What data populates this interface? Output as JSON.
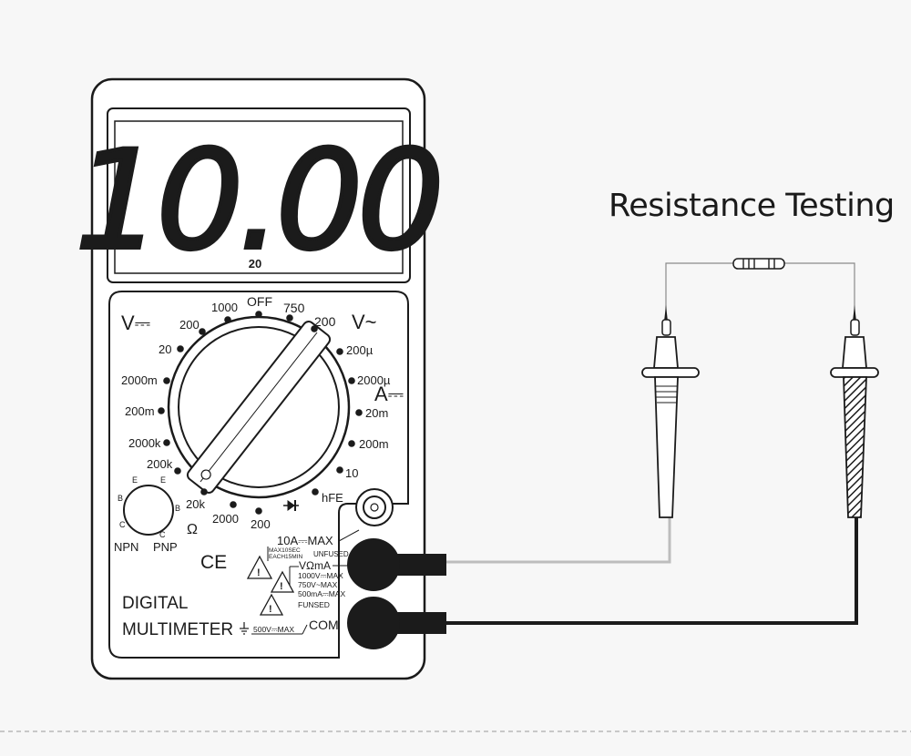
{
  "title": "Resistance Testing",
  "display": {
    "reading": "10.00",
    "range_label": "20"
  },
  "dial": {
    "off": "OFF",
    "dc_voltage": [
      "1000",
      "200",
      "20",
      "2000m",
      "200m"
    ],
    "ac_voltage": [
      "750",
      "200"
    ],
    "dc_current_uA": [
      "200µ",
      "2000µ"
    ],
    "dc_current": [
      "20m",
      "200m",
      "10"
    ],
    "resistance": [
      "2000k",
      "200k",
      "20k",
      "2000",
      "200"
    ],
    "diode": "diode-icon",
    "hfe": "hFE",
    "section_vdc": "V⎓",
    "section_vac": "V~",
    "section_adc": "A⎓",
    "section_ohm": "Ω"
  },
  "transistor_socket": {
    "pins": [
      "E",
      "B",
      "C",
      "E",
      "B",
      "C"
    ],
    "npn": "NPN",
    "pnp": "PNP"
  },
  "terminals": {
    "ten_a": "10A⎓MAX",
    "ten_a_note1": "MAX10SEC",
    "ten_a_note2": "EACH15MIN",
    "unfused": "UNFUSED",
    "vomA": "VΩmA",
    "limit1": "1000V⎓MAX",
    "limit2": "750V~MAX",
    "limit3": "500mA⎓MAX",
    "funsed": "FUNSED",
    "com": "COM",
    "com_limit": "500V⎓MAX"
  },
  "brand": {
    "line1": "DIGITAL",
    "line2": "MULTIMETER",
    "ce": "CE"
  },
  "colors": {
    "line": "#1b1b1b",
    "body": "#ffffff",
    "red_lead": "#bdbdbd",
    "black_lead": "#1b1b1b",
    "background": "#f7f7f7"
  }
}
